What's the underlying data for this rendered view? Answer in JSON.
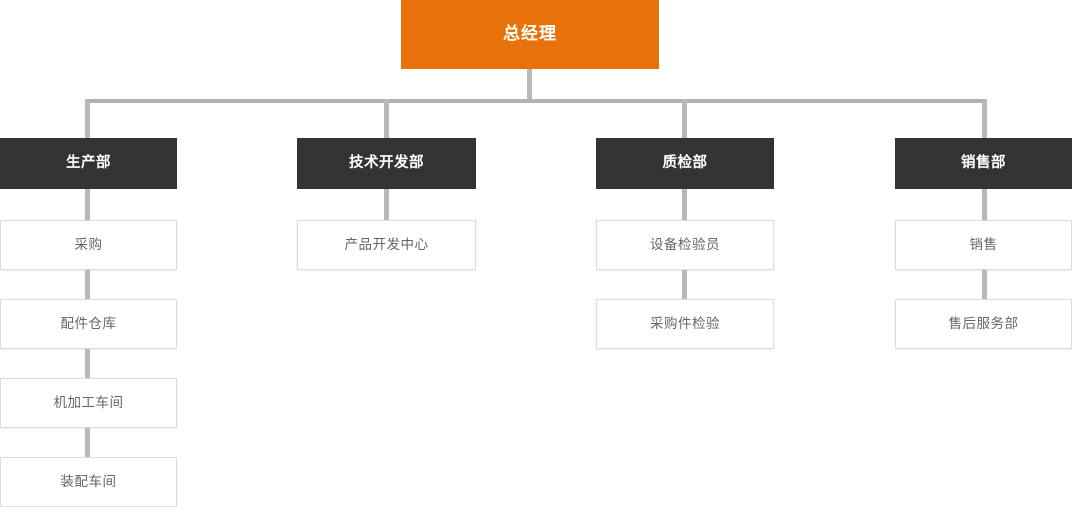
{
  "diagram": {
    "type": "org-chart",
    "title_node": {
      "label": "总经理",
      "color": "#e87209",
      "text_color": "#ffffff"
    },
    "colors": {
      "root_fill": "#e87209",
      "department_fill": "#333333",
      "department_text": "#ffffff",
      "subnode_fill": "#ffffff",
      "subnode_border": "#dcdcdc",
      "subnode_text": "#666666",
      "connector": "#b2b2b2"
    },
    "branches": [
      {
        "label": "生产部",
        "children": [
          {
            "label": "采购"
          },
          {
            "label": "配件仓库"
          },
          {
            "label": "机加工车间"
          },
          {
            "label": "装配车间"
          }
        ]
      },
      {
        "label": "技术开发部",
        "children": [
          {
            "label": "产品开发中心"
          }
        ]
      },
      {
        "label": "质检部",
        "children": [
          {
            "label": "设备检验员"
          },
          {
            "label": "采购件检验"
          }
        ]
      },
      {
        "label": "销售部",
        "children": [
          {
            "label": "销售"
          },
          {
            "label": "售后服务部"
          }
        ]
      }
    ]
  }
}
